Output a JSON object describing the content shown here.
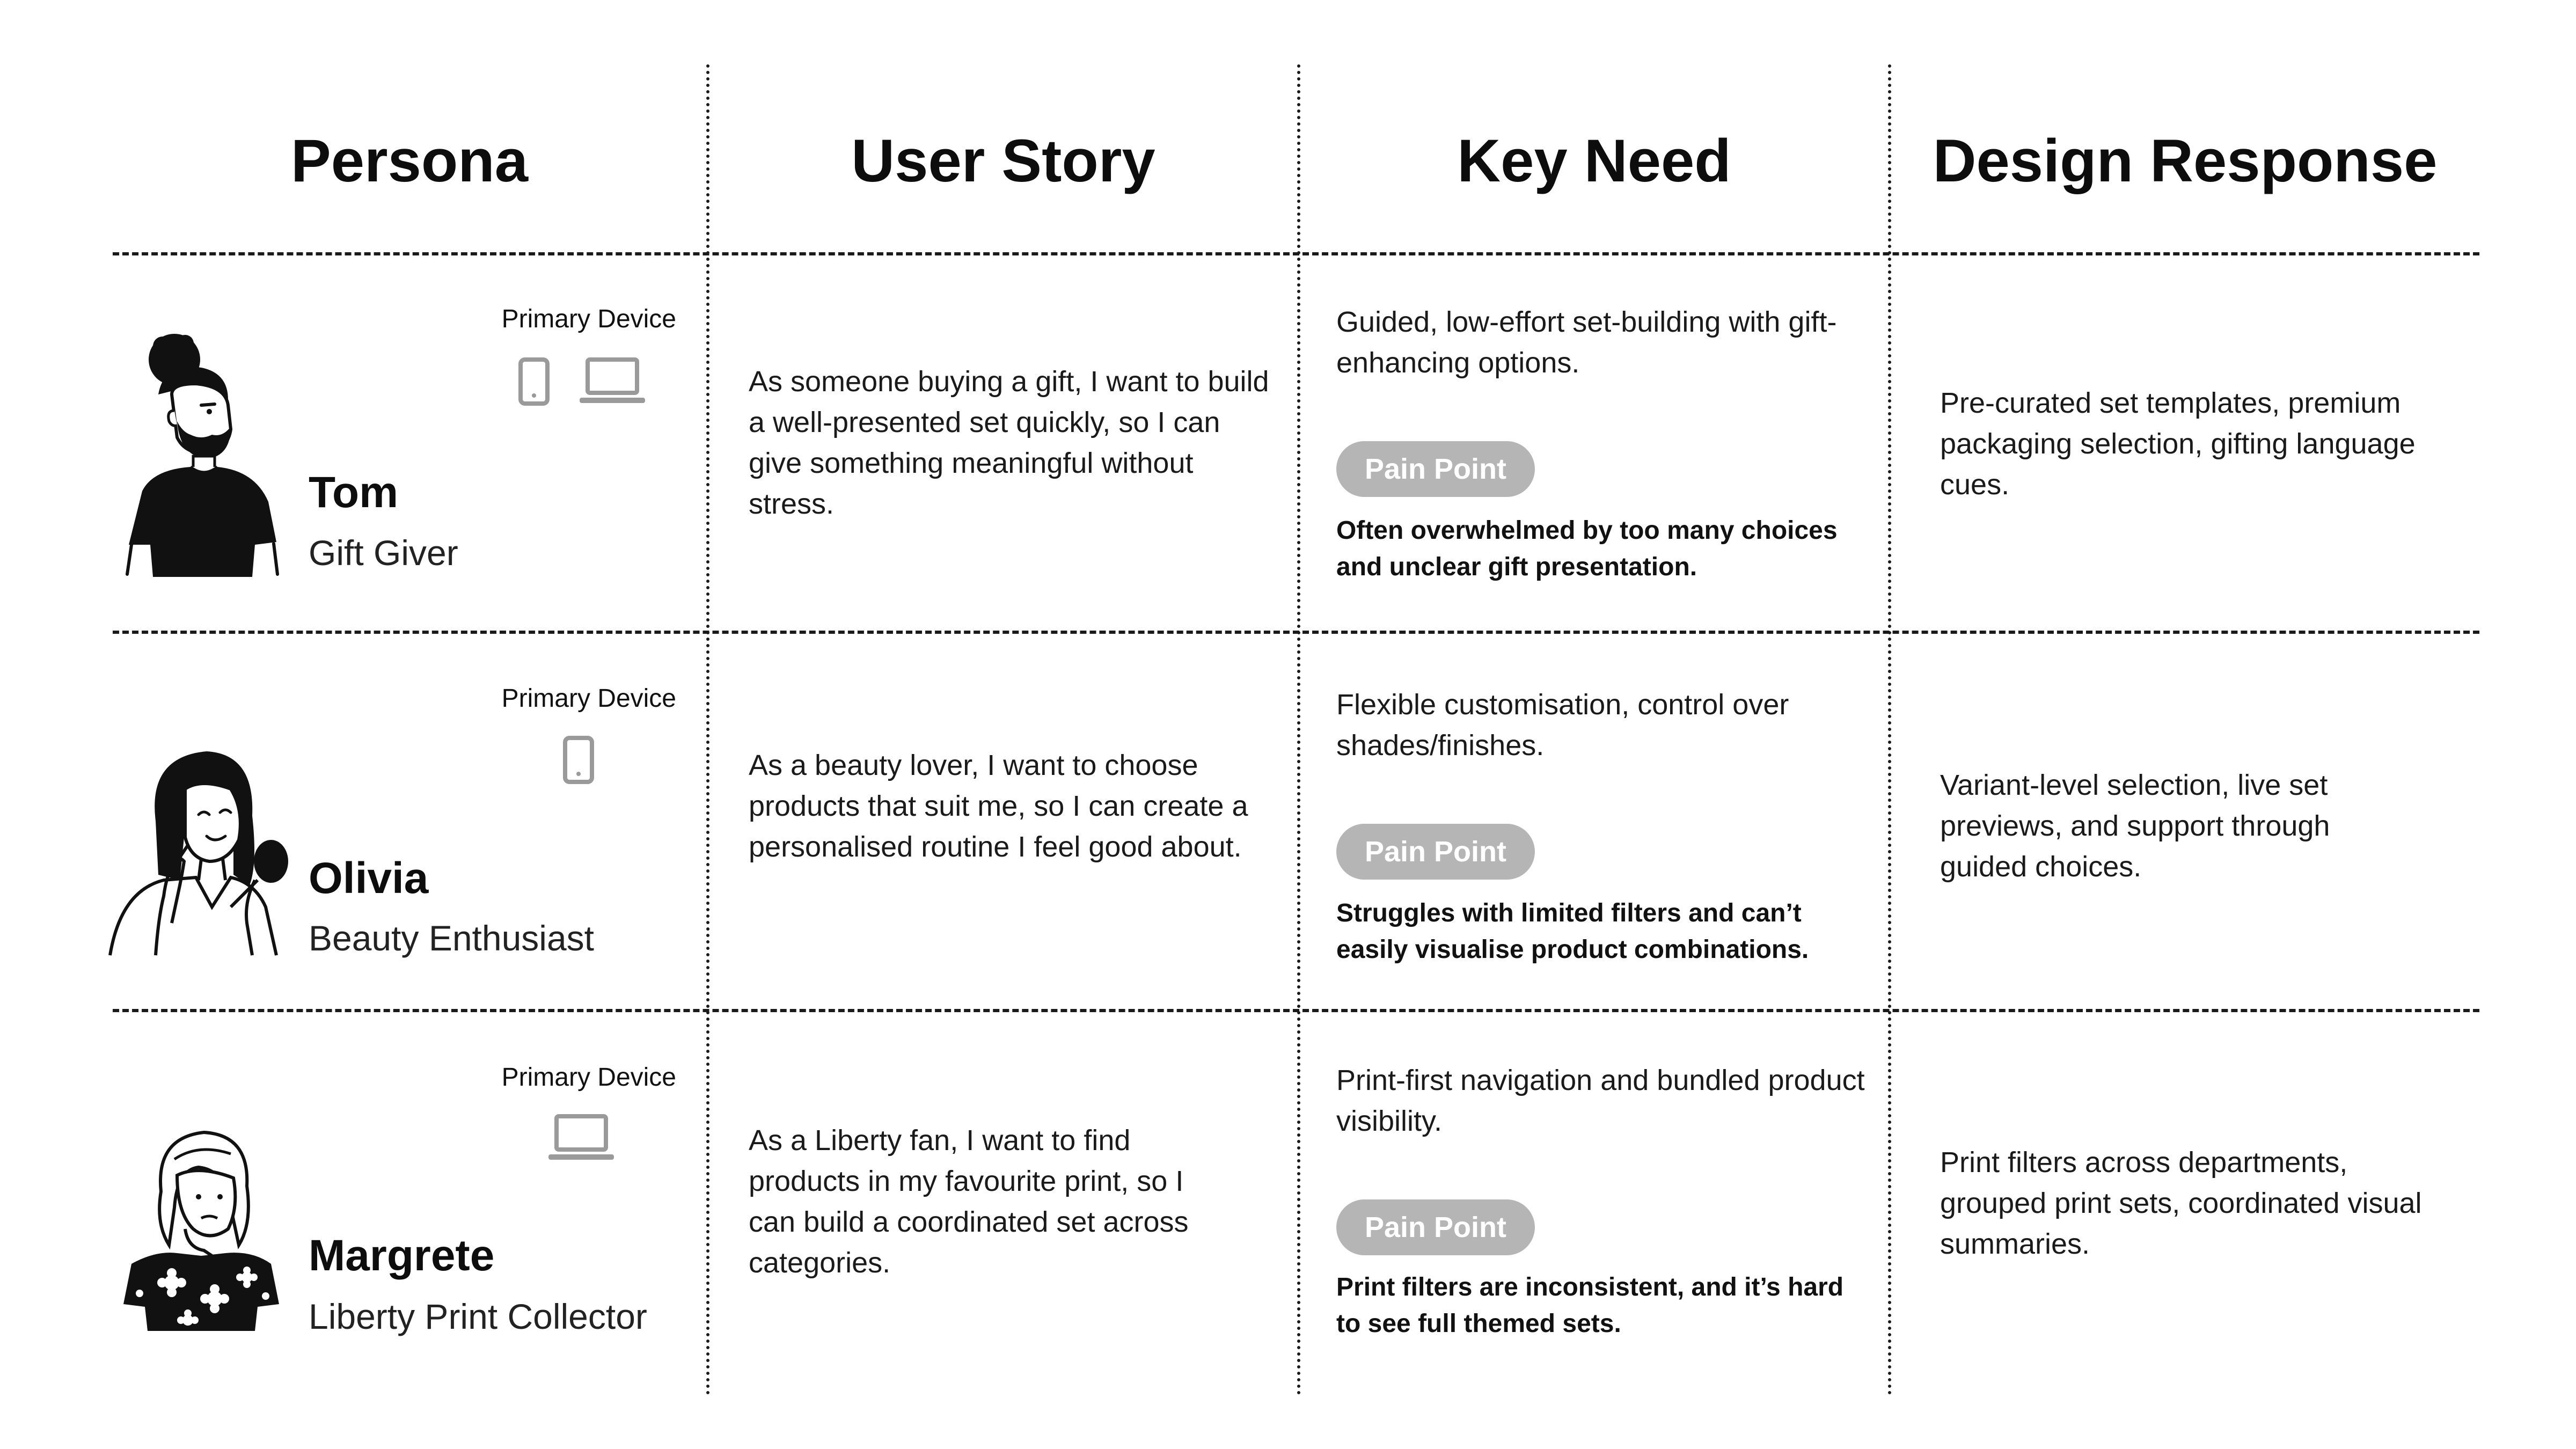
{
  "headers": {
    "persona": "Persona",
    "user_story": "User Story",
    "key_need": "Key Need",
    "design_response": "Design Response"
  },
  "rows": [
    {
      "name": "Tom",
      "role": "Gift Giver",
      "device_label": "Primary Device",
      "devices": [
        "phone-icon",
        "laptop-icon"
      ],
      "user_story": "As someone buying a gift, I want to build a well-presented set quickly, so I can give something meaningful without stress.",
      "key_need": "Guided, low-effort set-building with gift-enhancing options.",
      "pain_point_label": "Pain Point",
      "pain_point": "Often overwhelmed by too many choices and unclear gift presentation.",
      "design_response": "Pre-curated set templates, premium packaging selection, gifting language cues."
    },
    {
      "name": "Olivia",
      "role": "Beauty Enthusiast",
      "device_label": "Primary Device",
      "devices": [
        "phone-icon"
      ],
      "user_story": "As a beauty lover, I want to choose products that suit me, so I can create a personalised routine I feel good about.",
      "key_need": "Flexible customisation, control over shades/finishes.",
      "pain_point_label": "Pain Point",
      "pain_point": "Struggles with limited filters and can’t easily visualise product combinations.",
      "design_response": "Variant-level selection, live set previews, and support through guided choices."
    },
    {
      "name": "Margrete",
      "role": "Liberty Print Collector",
      "device_label": "Primary Device",
      "devices": [
        "laptop-icon"
      ],
      "user_story": "As a Liberty fan, I want to find products in my favourite print, so I can build a coordinated set across categories.",
      "key_need": "Print-first navigation and bundled product visibility.",
      "pain_point_label": "Pain Point",
      "pain_point": "Print filters are inconsistent, and it’s hard to see full themed sets.",
      "design_response": "Print filters across departments, grouped print sets, coordinated visual summaries."
    }
  ],
  "colors": {
    "ink": "#111111",
    "badge": "#b5b5b5",
    "device_icon": "#9a9a9a"
  }
}
